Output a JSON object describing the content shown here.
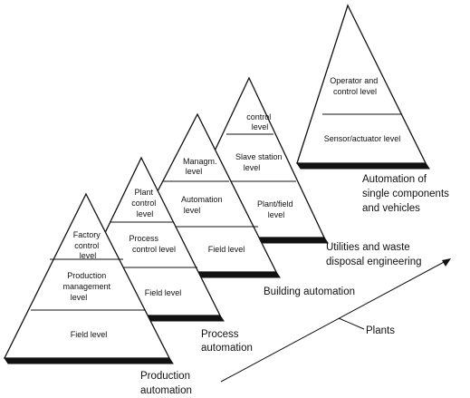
{
  "pyramids": [
    {
      "id": "production",
      "levels": [
        [
          "Factory",
          "control",
          "level"
        ],
        [
          "Production",
          "management",
          "level"
        ],
        [
          "Field level"
        ]
      ],
      "caption": [
        "Production",
        "automation"
      ]
    },
    {
      "id": "process",
      "levels": [
        [
          "Plant",
          "control",
          "level"
        ],
        [
          "Process",
          "control level"
        ],
        [
          "Field level"
        ]
      ],
      "caption": [
        "Process",
        "automation"
      ]
    },
    {
      "id": "building",
      "levels": [
        [
          "Managm.",
          "level"
        ],
        [
          "Automation",
          "level"
        ],
        [
          "Field level"
        ]
      ],
      "caption": [
        "Building automation"
      ]
    },
    {
      "id": "utilities",
      "levels": [
        [
          "control",
          "level"
        ],
        [
          "Slave station",
          "level"
        ],
        [
          "Plant/field",
          "level"
        ]
      ],
      "caption": [
        "Utilities and waste",
        "disposal engineering"
      ]
    },
    {
      "id": "single",
      "levels": [
        [
          "Operator and",
          "control level"
        ],
        [
          "Sensor/actuator level"
        ]
      ],
      "caption": [
        "Automation of",
        "single components",
        "and vehicles"
      ]
    }
  ],
  "axis_label": "Plants",
  "colors": {
    "line": "#111111",
    "background": "#ffffff"
  }
}
